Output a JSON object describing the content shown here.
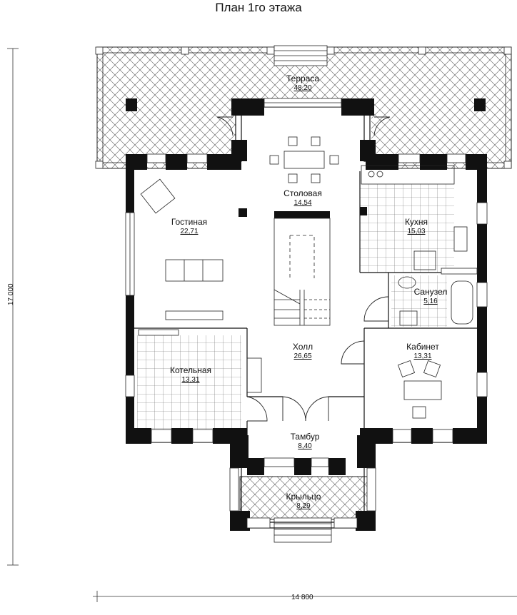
{
  "title": "План 1го этажа",
  "rooms": [
    {
      "name": "Терраса",
      "area": "48,20"
    },
    {
      "name": "Столовая",
      "area": "14,54"
    },
    {
      "name": "Гостиная",
      "area": "22,71"
    },
    {
      "name": "Кухня",
      "area": "15,03"
    },
    {
      "name": "Санузел",
      "area": "5,16"
    },
    {
      "name": "Холл",
      "area": "26,65"
    },
    {
      "name": "Кабинет",
      "area": "13,31"
    },
    {
      "name": "Котельная",
      "area": "13,31"
    },
    {
      "name": "Тамбур",
      "area": "8,40"
    },
    {
      "name": "Крыльцо",
      "area": "8,29"
    }
  ],
  "dimensions": {
    "width": "14 800",
    "height": "17 000"
  }
}
